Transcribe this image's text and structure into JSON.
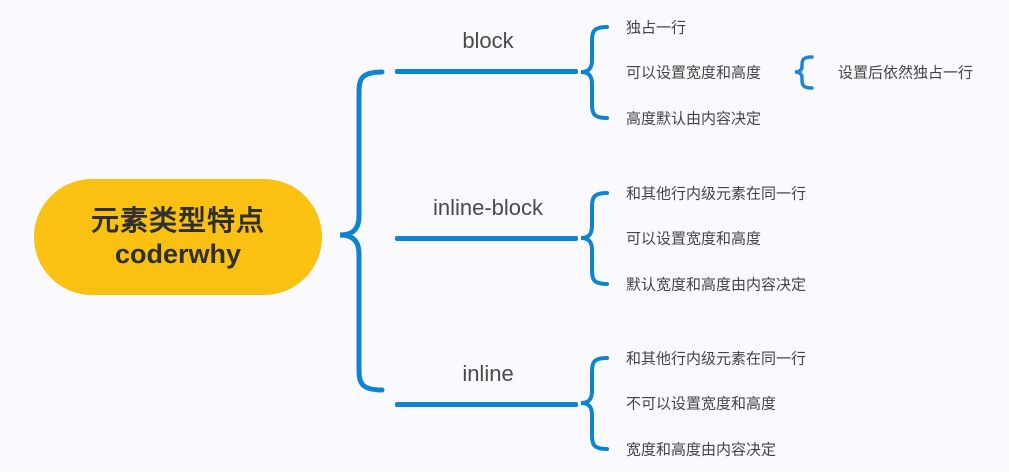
{
  "diagram": {
    "type": "mindmap",
    "title": "元素类型特点",
    "colors": {
      "accent_blue": "#0d84cf",
      "root_amber": "#fac113",
      "background": "#faf9fd",
      "text_dark": "#2f2f2f",
      "text_body": "#444444"
    },
    "root": {
      "line1": "元素类型特点",
      "line2": "coderwhy"
    },
    "branches": [
      {
        "label": "block",
        "leaves": [
          {
            "text": "独占一行",
            "children": []
          },
          {
            "text": "可以设置宽度和高度",
            "children": [
              "设置后依然独占一行"
            ]
          },
          {
            "text": "高度默认由内容决定",
            "children": []
          }
        ]
      },
      {
        "label": "inline-block",
        "leaves": [
          {
            "text": "和其他行内级元素在同一行",
            "children": []
          },
          {
            "text": "可以设置宽度和高度",
            "children": []
          },
          {
            "text": "默认宽度和高度由内容决定",
            "children": []
          }
        ]
      },
      {
        "label": "inline",
        "leaves": [
          {
            "text": "和其他行内级元素在同一行",
            "children": []
          },
          {
            "text": "不可以设置宽度和高度",
            "children": []
          },
          {
            "text": "宽度和高度由内容决定",
            "children": []
          }
        ]
      }
    ]
  }
}
